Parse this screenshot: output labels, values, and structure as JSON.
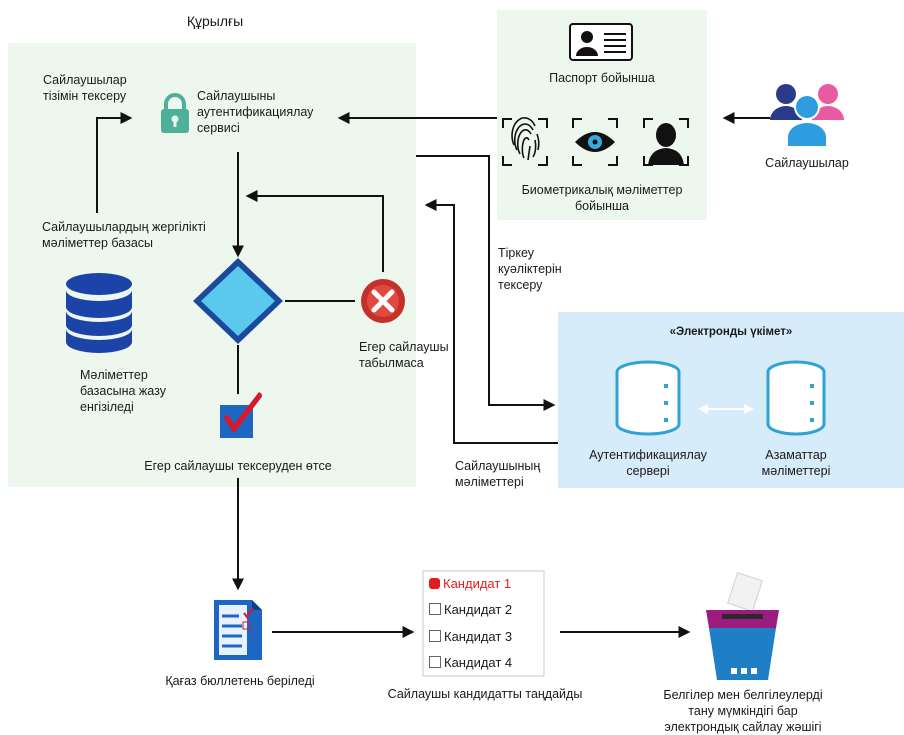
{
  "device_title": "Құрылғы",
  "labels": {
    "voter_list_check": "Сайлаушылар\nтізімін тексеру",
    "auth_service": "Сайлаушыны\nаутентификациялау\nсервисі",
    "local_db": "Сайлаушылардың жергілікті\nмәліметтер базасы",
    "db_write": "Мәліметтер\nбазасына жазу\nенгізіледі",
    "not_found": "Егер сайлаушы\nтабылмаса",
    "passed": "Егер сайлаушы тексеруден өтсе",
    "by_passport": "Паспорт бойынша",
    "by_biometric": "Биометрикалық мәліметтер\nбойынша",
    "voters": "Сайлаушылар",
    "check_credentials": "Тіркеу\nкуәліктерін\nтексеру",
    "egov_title": "«Электронды үкімет»",
    "auth_server": "Аутентификациялау\nсервері",
    "citizens_data": "Азаматтар\nмәліметтері",
    "voter_data": "Сайлаушының\nмәліметтері",
    "paper_ballot": "Қағаз бюллетень беріледі",
    "voter_chooses": "Сайлаушы кандидатты таңдайды",
    "ballot_box": "Белгілер мен белгілеулерді\nтану мүмкіндігі бар\nэлектрондық сайлау жәшігі"
  },
  "candidates": [
    {
      "label": "Кандидат 1",
      "selected": true
    },
    {
      "label": "Кандидат 2",
      "selected": false
    },
    {
      "label": "Кандидат 3",
      "selected": false
    },
    {
      "label": "Кандидат 4",
      "selected": false
    }
  ],
  "colors": {
    "device_panel": "#eef7ee",
    "egov_panel": "#d6ecfb",
    "selected_candidate": "#e11d1d",
    "diamond": "#5bc8ee",
    "database": "#1c44a8",
    "server": "#2ea3d4",
    "lock": "#4fb09a",
    "ballot_box": "#9c1b7e",
    "voters_blue": "#2d9de0",
    "voters_pink": "#ea5aa0",
    "voters_navy": "#2c3a8c"
  }
}
